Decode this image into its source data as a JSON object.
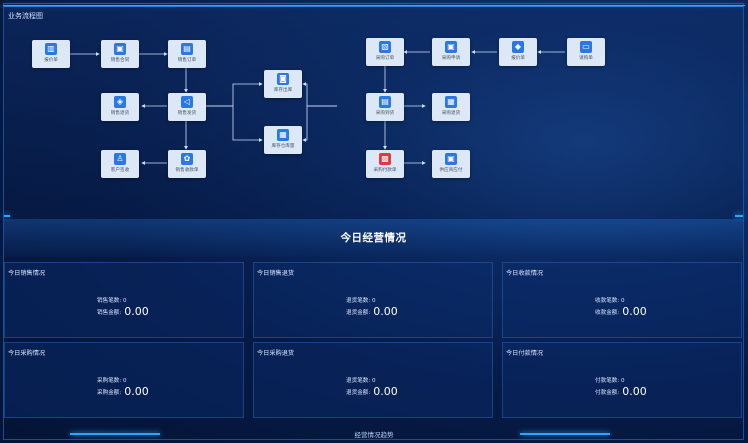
{
  "flow": {
    "title": "业务流程图",
    "nodes": [
      {
        "id": "quote",
        "label": "报价单",
        "icon": "chart-icon",
        "glyph": "▥"
      },
      {
        "id": "sales-contract",
        "label": "销售合同",
        "icon": "briefcase-icon",
        "glyph": "▣"
      },
      {
        "id": "sales-order",
        "label": "销售订单",
        "icon": "document-icon",
        "glyph": "▤"
      },
      {
        "id": "sales-delivery",
        "label": "销售发货",
        "icon": "speaker-icon",
        "glyph": "◁"
      },
      {
        "id": "sales-return",
        "label": "销售退货",
        "icon": "shield-icon",
        "glyph": "◈"
      },
      {
        "id": "customer-sign",
        "label": "客户签收",
        "icon": "person-icon",
        "glyph": "♙"
      },
      {
        "id": "sales-receipt",
        "label": "销售收款单",
        "icon": "gear-icon",
        "glyph": "✿"
      },
      {
        "id": "stock-out",
        "label": "库存出库",
        "icon": "person-badge-icon",
        "glyph": "◙"
      },
      {
        "id": "stock-in",
        "label": "库存仓库量",
        "icon": "list-icon",
        "glyph": "▦"
      },
      {
        "id": "purchase-request",
        "label": "请购单",
        "icon": "monitor-icon",
        "glyph": "▭"
      },
      {
        "id": "inquiry",
        "label": "报价单",
        "icon": "layers-icon",
        "glyph": "◆"
      },
      {
        "id": "purchase-apply",
        "label": "采购申请",
        "icon": "briefcase-icon",
        "glyph": "▣"
      },
      {
        "id": "purchase-order",
        "label": "采购订单",
        "icon": "image-icon",
        "glyph": "▧"
      },
      {
        "id": "purchase-arrival",
        "label": "采购到货",
        "icon": "inbox-icon",
        "glyph": "▤"
      },
      {
        "id": "purchase-return",
        "label": "采购退货",
        "icon": "grid-icon",
        "glyph": "▦"
      },
      {
        "id": "purchase-payment",
        "label": "采购付款单",
        "icon": "calendar-icon",
        "glyph": "▩"
      },
      {
        "id": "supplier-payable",
        "label": "供应商应付",
        "icon": "briefcase-icon",
        "glyph": "▣"
      }
    ]
  },
  "banner": {
    "title": "今日经营情况"
  },
  "cards": [
    {
      "title": "今日销售情况",
      "count_label": "销售笔数: 0",
      "amount_label": "销售金额:",
      "amount": "0.00"
    },
    {
      "title": "今日销售退货",
      "count_label": "退货笔数: 0",
      "amount_label": "退货金额:",
      "amount": "0.00"
    },
    {
      "title": "今日收款情况",
      "count_label": "收款笔数: 0",
      "amount_label": "收款金额:",
      "amount": "0.00"
    },
    {
      "title": "今日采购情况",
      "count_label": "采购笔数: 0",
      "amount_label": "采购金额:",
      "amount": "0.00"
    },
    {
      "title": "今日采购退货",
      "count_label": "退货笔数: 0",
      "amount_label": "退货金额:",
      "amount": "0.00"
    },
    {
      "title": "今日付款情况",
      "count_label": "付款笔数: 0",
      "amount_label": "付款金额:",
      "amount": "0.00"
    }
  ],
  "footer": {
    "title": "经营情况趋势"
  },
  "colors": {
    "accent": "#2aa6ff",
    "node_icon": "#2a78e4",
    "node_icon_alert": "#e23a3a",
    "node_bg": "#dde8f7"
  }
}
